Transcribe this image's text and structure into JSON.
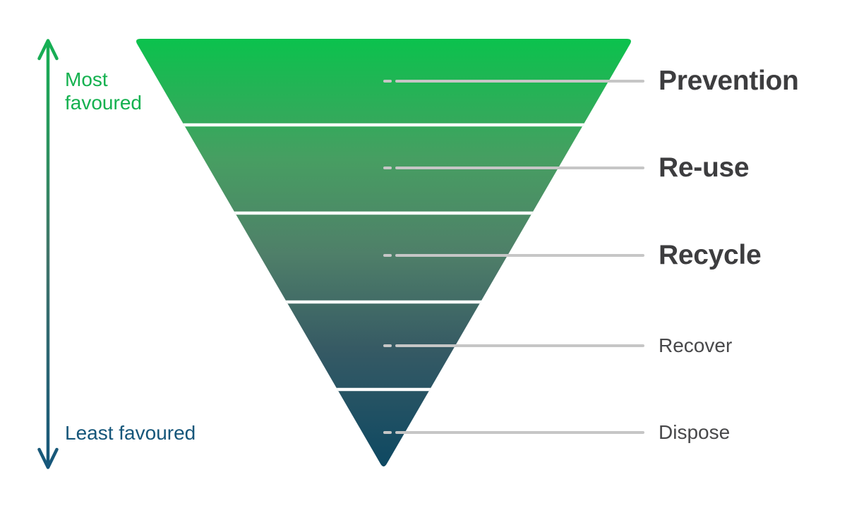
{
  "axis": {
    "most_label": "Most\nfavoured",
    "least_label": "Least favoured"
  },
  "levels": [
    {
      "label": "Prevention",
      "emphasis": "bold"
    },
    {
      "label": "Re-use",
      "emphasis": "bold"
    },
    {
      "label": "Recycle",
      "emphasis": "bold"
    },
    {
      "label": "Recover",
      "emphasis": "normal"
    },
    {
      "label": "Dispose",
      "emphasis": "normal"
    }
  ],
  "colors": {
    "pyramid_gradient": [
      "#0bc24d",
      "#479e62",
      "#4f7f69",
      "#365a64",
      "#0d4862"
    ],
    "arrow_gradient": [
      "#15b153",
      "#41756a",
      "#15567a"
    ],
    "connector_line": "#c6c6c6",
    "separator_line": "#ffffff",
    "label_bold": "#3d3d3f",
    "label_regular": "#48484a",
    "most_text": "#14b14f",
    "least_text": "#15567a"
  }
}
